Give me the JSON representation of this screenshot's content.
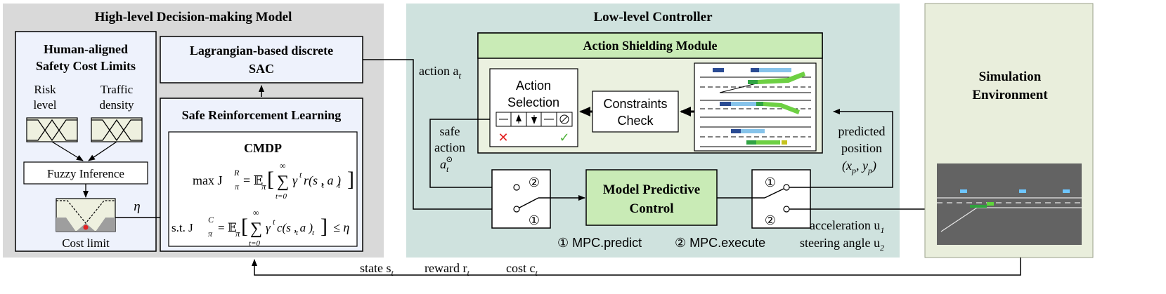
{
  "panels": {
    "high_level": {
      "title": "High-level Decision-making Model"
    },
    "low_level": {
      "title": "Low-level Controller"
    },
    "simulation": {
      "title_line1": "Simulation",
      "title_line2": "Environment"
    }
  },
  "safety_limits": {
    "title_line1": "Human-aligned",
    "title_line2": "Safety Cost Limits",
    "risk_line1": "Risk",
    "risk_line2": "level",
    "traffic_line1": "Traffic",
    "traffic_line2": "density",
    "fuzzy_inference": "Fuzzy Inference",
    "cost_limit": "Cost limit",
    "eta": "η"
  },
  "sac": {
    "title_line1": "Lagrangian-based discrete",
    "title_line2": "SAC"
  },
  "srl": {
    "title": "Safe Reinforcement Learning",
    "cmdp": "CMDP",
    "eq_max": "max J",
    "eq_st": "s.t. J",
    "eq_sup_r": "R",
    "eq_sup_c": "C",
    "eq_sub_pi": "π",
    "eq_equals": "= 𝔼",
    "eq_sum": "∑",
    "eq_inf": "∞",
    "eq_t0": "t=0",
    "eq_gamma_t": "γ",
    "eq_t": "t",
    "eq_body_r": "r(s , a )",
    "eq_body_c": "c(s , a )",
    "eq_le_eta": "≤ η"
  },
  "shield": {
    "title": "Action Shielding Module",
    "action_line1": "Action",
    "action_line2": "Selection",
    "constraints_line1": "Constraints",
    "constraints_line2": "Check",
    "reject_mark": "✕",
    "accept_mark": "✓"
  },
  "signals": {
    "action": "action a",
    "action_sub": "t",
    "safe_line1": "safe",
    "safe_line2": "action",
    "safe_a": "a",
    "safe_sub": "t",
    "safe_sup": "⊙",
    "predicted_line1": "predicted",
    "predicted_line2": "position",
    "predicted_line3": "(x , y )",
    "px_sub": "p",
    "py_sub": "p",
    "accel": "acceleration u",
    "accel_sub": "1",
    "steer": "steering angle u",
    "steer_sub": "2",
    "state": "state s",
    "state_sub": "t",
    "reward": "reward r",
    "reward_sub": "t",
    "cost": "cost c",
    "cost_sub": "t"
  },
  "mpc": {
    "title_line1": "Model Predictive",
    "title_line2": "Control",
    "legend_predict": "① MPC.predict",
    "legend_execute": "② MPC.execute",
    "switch_one": "①",
    "switch_two": "②"
  }
}
